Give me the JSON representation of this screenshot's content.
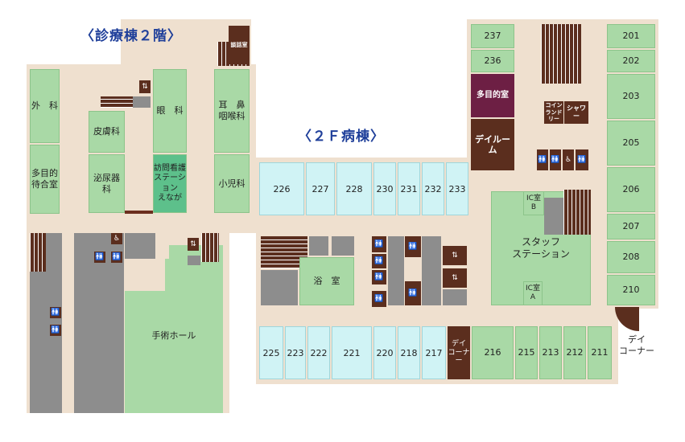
{
  "headings": {
    "clinic": "〈診療棟２階〉",
    "ward": "〈２Ｆ病棟〉"
  },
  "clinic_rooms": {
    "geka": "外　科",
    "machiai": "多目的\n待合室",
    "hifuka": "皮膚科",
    "ganka": "眼　科",
    "jibi": "耳　鼻\n咽喉科",
    "hinyoukika": "泌尿器科",
    "houmon": "訪問看護\nステーション\nえなが",
    "shonika": "小児科",
    "danwa": "談話室",
    "shujutsu": "手術ホール",
    "elevator": "昇降"
  },
  "ward_rooms": {
    "r201": "201",
    "r202": "202",
    "r203": "203",
    "r205": "205",
    "r206": "206",
    "r207": "207",
    "r208": "208",
    "r210": "210",
    "r211": "211",
    "r212": "212",
    "r213": "213",
    "r215": "215",
    "r216": "216",
    "r217": "217",
    "r218": "218",
    "r220": "220",
    "r221": "221",
    "r222": "222",
    "r223": "223",
    "r225": "225",
    "r226": "226",
    "r227": "227",
    "r228": "228",
    "r230": "230",
    "r231": "231",
    "r232": "232",
    "r233": "233",
    "r236": "236",
    "r237": "237",
    "tamokuteki": "多目的室",
    "dayroom": "デイルーム",
    "coin": "コイン\nランドリー",
    "shower": "シャワー",
    "staff": "スタッフ\nステーション",
    "icb": "IC室\nB",
    "ica": "IC室\nA",
    "yokushitsu": "浴　室",
    "day_small": "デイ\nコーナー",
    "day_corner": "デイ\nコーナー"
  },
  "icons": {
    "toilet_icon": "toilet-icon",
    "wheelchair_icon": "wheelchair-icon",
    "elevator_icon": "elevator-icon",
    "toilet_glyph": "🚻",
    "wheelchair_glyph": "♿",
    "elevator_glyph": "⇅"
  },
  "colors": {
    "floor": "#efe0cf",
    "room": "#a9d9a6",
    "ward_room": "#d0f3f5",
    "accent_room": "#6d1f44",
    "dark": "#5b2e1e",
    "heading": "#1f3f9a"
  }
}
